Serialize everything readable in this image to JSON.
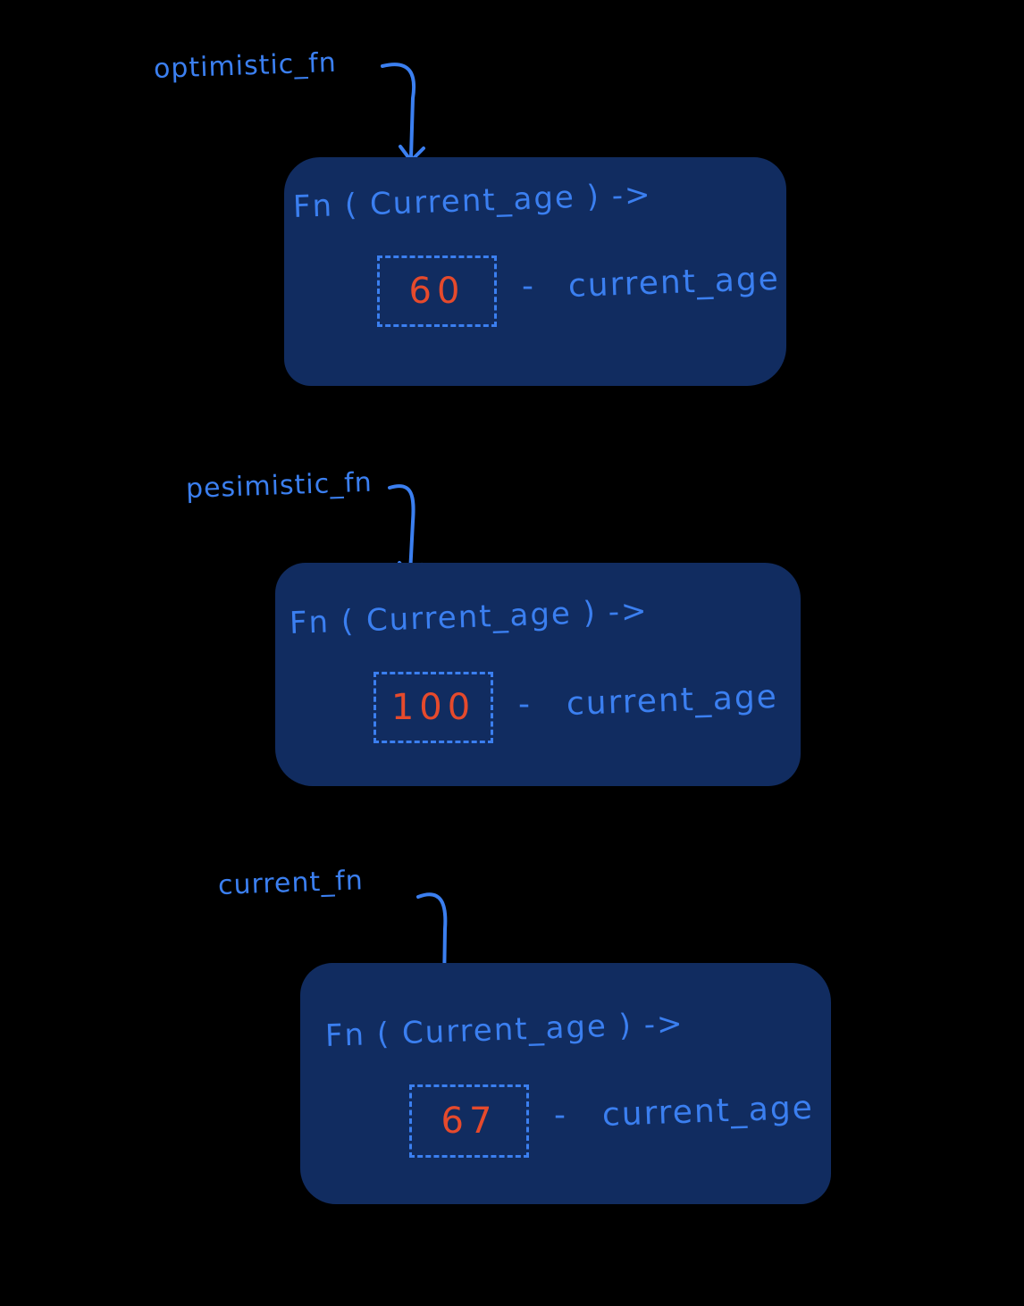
{
  "colors": {
    "background": "#000000",
    "box_fill": "#112c60",
    "ink": "#3b7ff0",
    "number": "#e64a2c"
  },
  "functions": [
    {
      "name": "optimistic_fn",
      "signature": "Fn ( Current_age ) ->",
      "value": "60",
      "operator": "-",
      "operand": "current_age"
    },
    {
      "name": "pesimistic_fn",
      "signature": "Fn ( Current_age ) ->",
      "value": "100",
      "operator": "-",
      "operand": "current_age"
    },
    {
      "name": "current_fn",
      "signature": "Fn ( Current_age ) ->",
      "value": "67",
      "operator": "-",
      "operand": "current_age"
    }
  ]
}
